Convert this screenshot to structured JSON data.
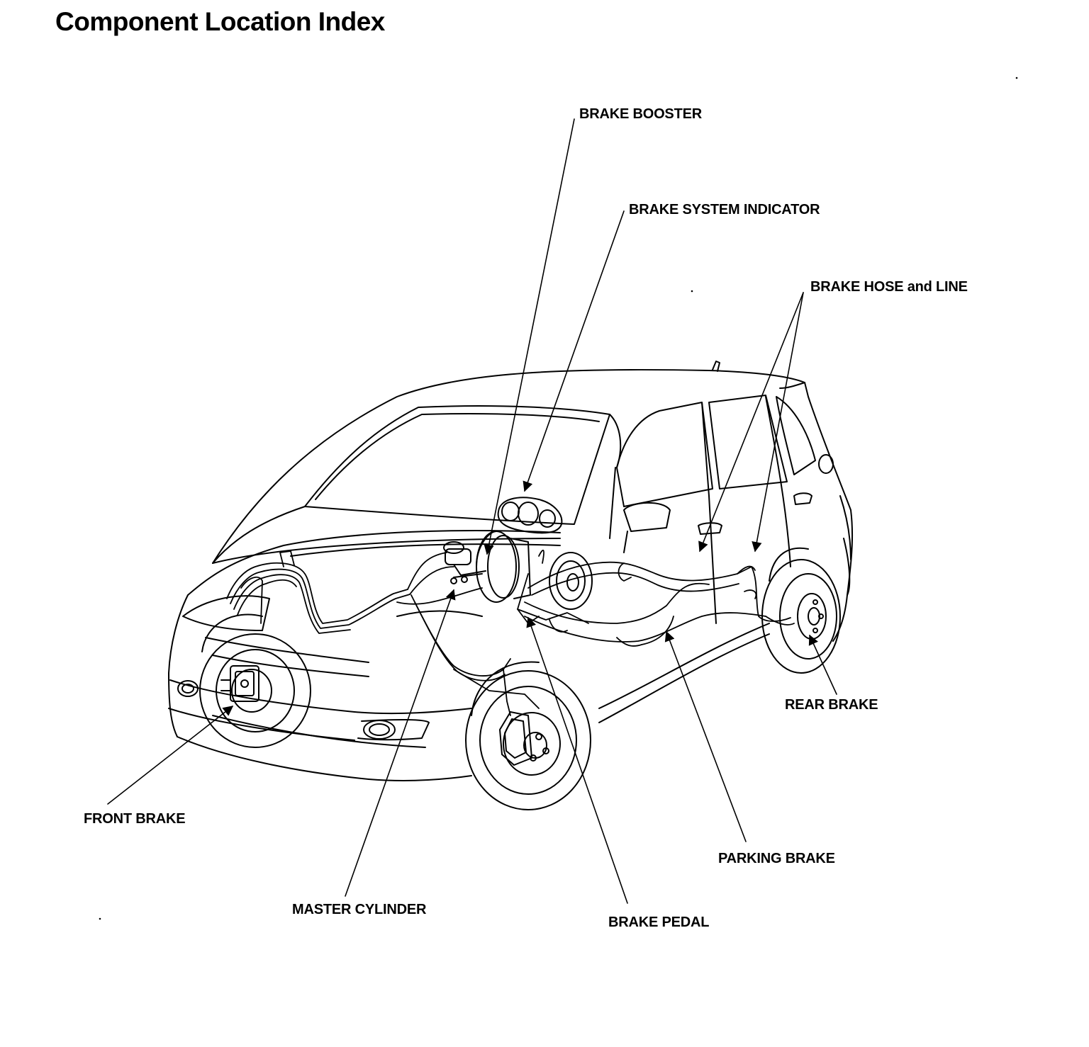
{
  "title": "Component Location Index",
  "colors": {
    "ink": "#000000",
    "paper": "#ffffff"
  },
  "labels": {
    "brake_booster": "BRAKE BOOSTER",
    "brake_system_indicator": "BRAKE SYSTEM INDICATOR",
    "brake_hose_and_line": "BRAKE HOSE and LINE",
    "rear_brake": "REAR BRAKE",
    "front_brake": "FRONT BRAKE",
    "parking_brake": "PARKING BRAKE",
    "master_cylinder": "MASTER CYLINDER",
    "brake_pedal": "BRAKE PEDAL"
  }
}
